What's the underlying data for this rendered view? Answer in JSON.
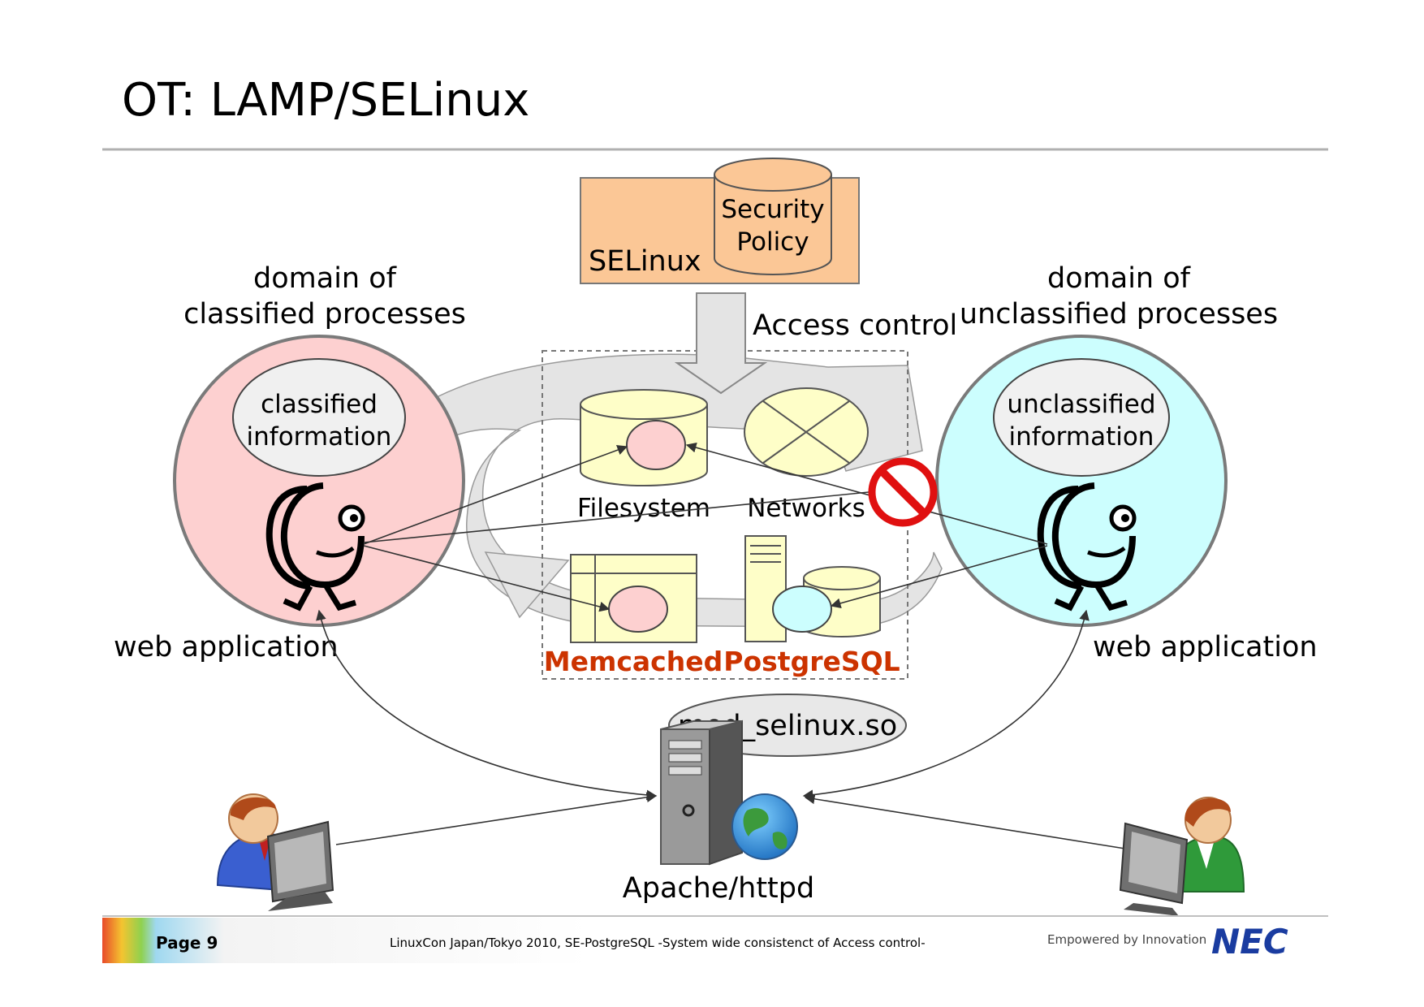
{
  "title": "OT: LAMP/SELinux",
  "selinux": {
    "label": "SELinux",
    "policy_line1": "Security",
    "policy_line2": "Policy"
  },
  "access_control": "Access control",
  "left_domain": {
    "line1": "domain of",
    "line2": "classified processes",
    "info_line1": "classified",
    "info_line2": "information",
    "app_label": "web application"
  },
  "right_domain": {
    "line1": "domain of",
    "line2": "unclassified processes",
    "info_line1": "unclassified",
    "info_line2": "information",
    "app_label": "web application"
  },
  "resources": {
    "filesystem": "Filesystem",
    "networks": "Networks",
    "memcached": "Memcached",
    "postgresql": "PostgreSQL"
  },
  "module": "mod_selinux.so",
  "server_label": "Apache/httpd",
  "footer": {
    "page": "Page 9",
    "caption": "LinuxCon Japan/Tokyo 2010, SE-PostgreSQL -System wide consistenct of Access control-",
    "tagline": "Empowered by Innovation",
    "logo": "NEC"
  },
  "colors": {
    "classified": "#fdd0d0",
    "unclassified": "#ccfefe",
    "selinux_box": "#fbc796",
    "resource": "#fefec8",
    "red_label": "#cc3300",
    "nec_blue": "#1a3ca0"
  },
  "icons": [
    "prohibited-icon",
    "user-computer-icon",
    "server-globe-icon",
    "person-icon"
  ]
}
